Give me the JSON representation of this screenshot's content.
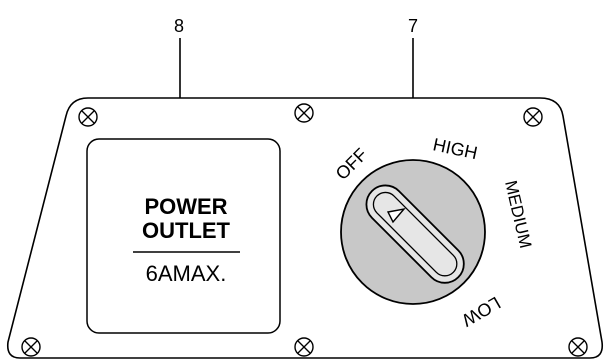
{
  "callouts": [
    {
      "number": "8"
    },
    {
      "number": "7"
    }
  ],
  "outlet": {
    "line1": "POWER",
    "line2": "OUTLET",
    "rating": "6AMAX."
  },
  "switch": {
    "positions": [
      "OFF",
      "HIGH",
      "MEDIUM",
      "LOW"
    ]
  },
  "colors": {
    "knob_fill": "#c8c8c8",
    "stroke": "#000000",
    "panel_fill": "#ffffff"
  }
}
